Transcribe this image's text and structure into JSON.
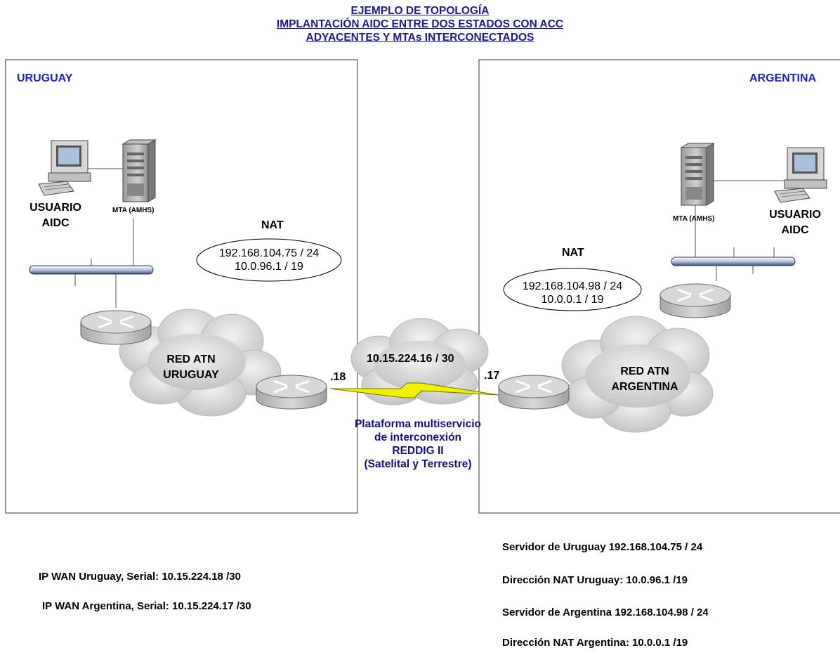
{
  "title": {
    "line1": "EJEMPLO DE TOPOLOGÍA",
    "line2": "IMPLANTACIÓN AIDC ENTRE DOS ESTADOS CON ACC",
    "line3": "ADYACENTES Y MTAs INTERCONECTADOS"
  },
  "uruguay": {
    "country": "URUGUAY",
    "user_label_1": "USUARIO",
    "user_label_2": "AIDC",
    "mta_label": "MTA (AMHS)",
    "nat_label": "NAT",
    "nat_ip_1": "192.168.104.75 / 24",
    "nat_ip_2": "10.0.96.1 / 19",
    "network_1": "RED ATN",
    "network_2": "URUGUAY",
    "iface": ".18"
  },
  "argentina": {
    "country": "ARGENTINA",
    "user_label_1": "USUARIO",
    "user_label_2": "AIDC",
    "mta_label": "MTA (AMHS)",
    "nat_label": "NAT",
    "nat_ip_1": "192.168.104.98 / 24",
    "nat_ip_2": "10.0.0.1 / 19",
    "network_1": "RED ATN",
    "network_2": "ARGENTINA",
    "iface": ".17"
  },
  "link": {
    "subnet": "10.15.224.16 / 30",
    "platform_1": "Plataforma multiservicio",
    "platform_2": "de interconexión",
    "platform_3": "REDDIG II",
    "platform_4": "(Satelital y Terrestre)"
  },
  "footer": {
    "wan_uruguay": "IP WAN Uruguay, Serial:   10.15.224.18 /30",
    "wan_argentina": "IP WAN Argentina, Serial: 10.15.224.17 /30",
    "server_uruguay": "Servidor de Uruguay   192.168.104.75 / 24",
    "nat_uruguay": "Dirección NAT Uruguay: 10.0.96.1 /19",
    "server_argentina": "Servidor de Argentina 192.168.104.98 / 24",
    "nat_argentina": "Dirección NAT Argentina: 10.0.0.1 /19"
  },
  "colors": {
    "title": "#1a1a9a",
    "country": "#1f1fd0",
    "lightning": "#f0f000",
    "cloud": "#d6d6d6",
    "router": "#c8c8c8"
  }
}
